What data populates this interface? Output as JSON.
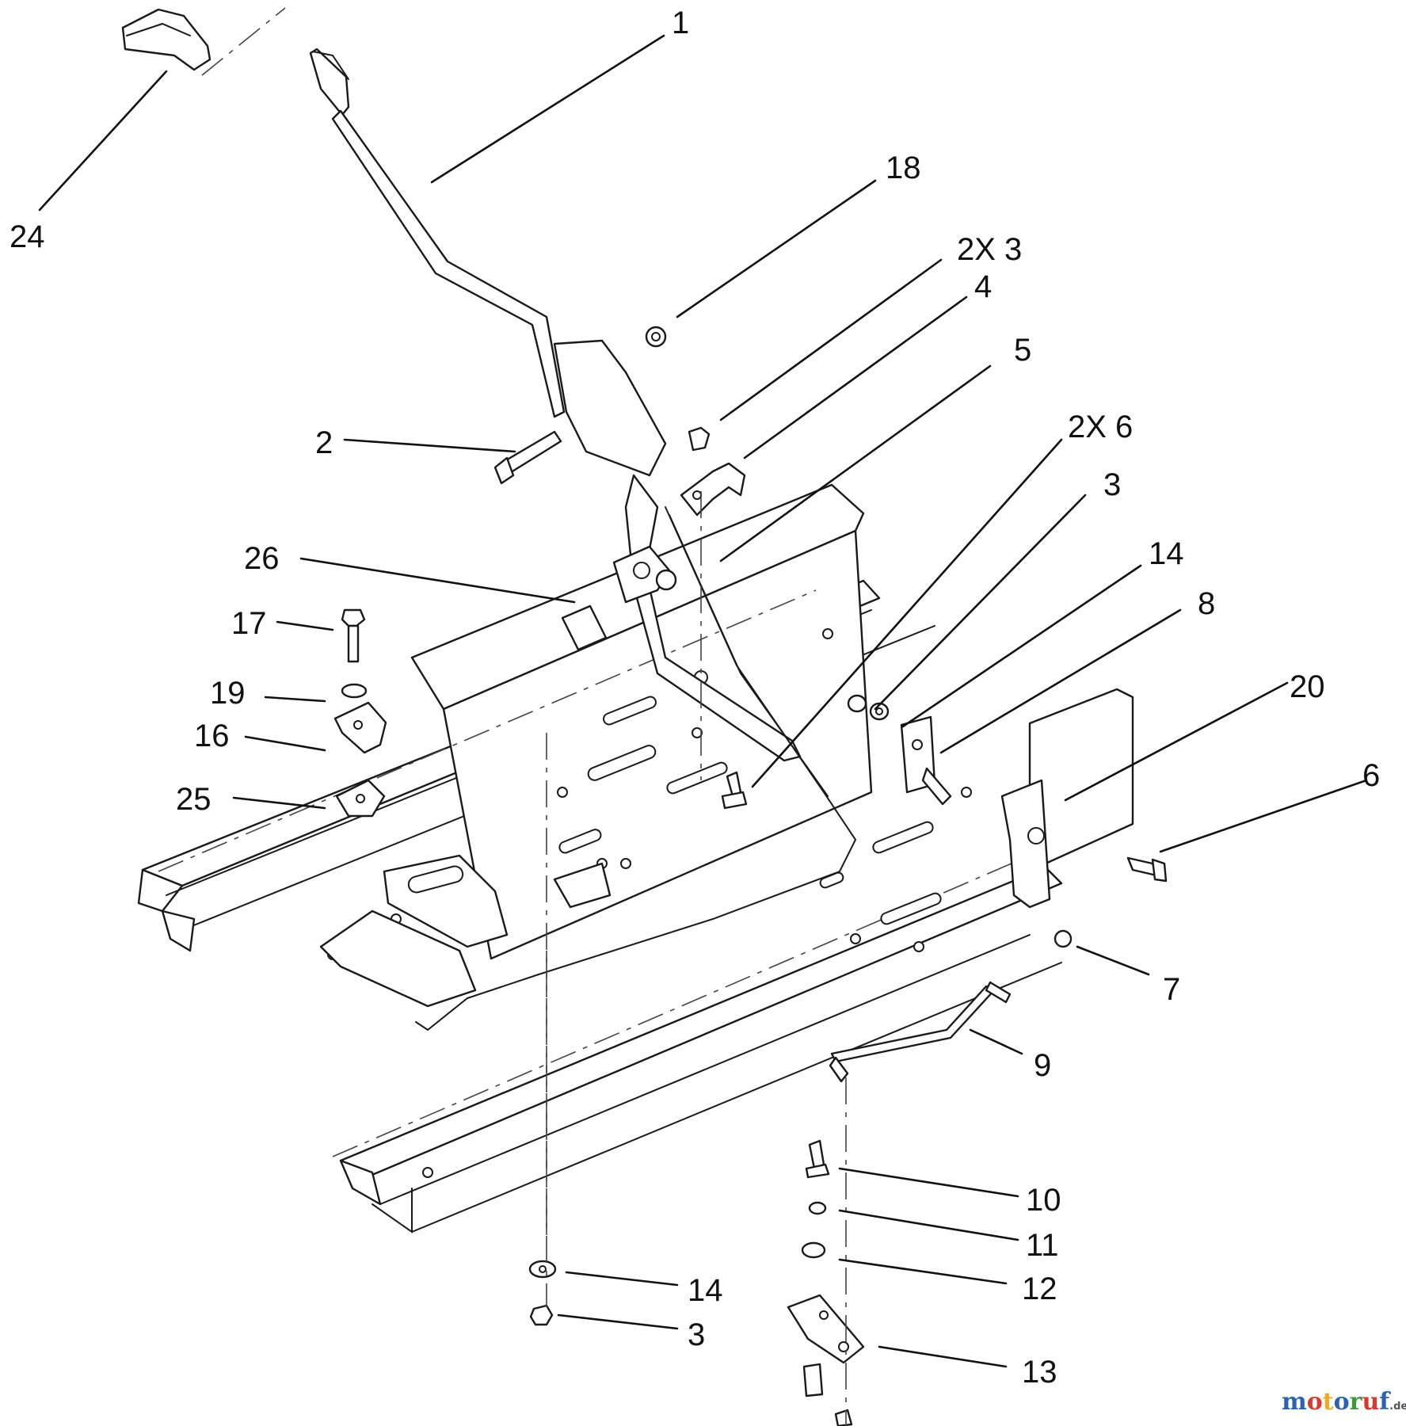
{
  "callouts": {
    "c1": "1",
    "c2": "2",
    "c3a": "2X 3",
    "c3b": "3",
    "c3c": "3",
    "c4": "4",
    "c5": "5",
    "c6a": "2X 6",
    "c6b": "6",
    "c7": "7",
    "c8": "8",
    "c9": "9",
    "c10": "10",
    "c11": "11",
    "c12": "12",
    "c13": "13",
    "c14a": "14",
    "c14b": "14",
    "c16": "16",
    "c17": "17",
    "c18": "18",
    "c19": "19",
    "c20": "20",
    "c24": "24",
    "c25": "25",
    "c26": "26"
  },
  "watermark": {
    "brand_letters": [
      "m",
      "o",
      "t",
      "o",
      "r",
      "u",
      "f"
    ],
    "letter_colors": [
      "#2a63b5",
      "#d93a2b",
      "#f0a81c",
      "#2a63b5",
      "#3c9a3a",
      "#d93a2b",
      "#2a63b5"
    ],
    "suffix": ".de"
  }
}
